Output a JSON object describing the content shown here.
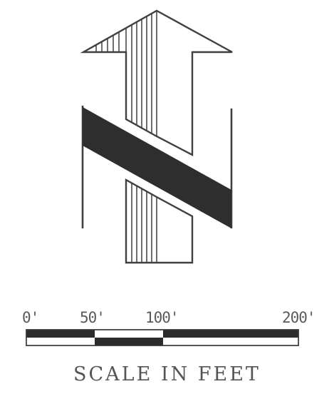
{
  "north_arrow": {
    "icon": "north-arrow-icon",
    "ink_color": "#404040",
    "band_color": "#2e2e2e"
  },
  "scale_bar": {
    "ticks": [
      "0'",
      "50'",
      "100'",
      "200'"
    ],
    "title": "SCALE IN FEET",
    "dark_color": "#2b2b2b",
    "light_color": "#ffffff"
  }
}
